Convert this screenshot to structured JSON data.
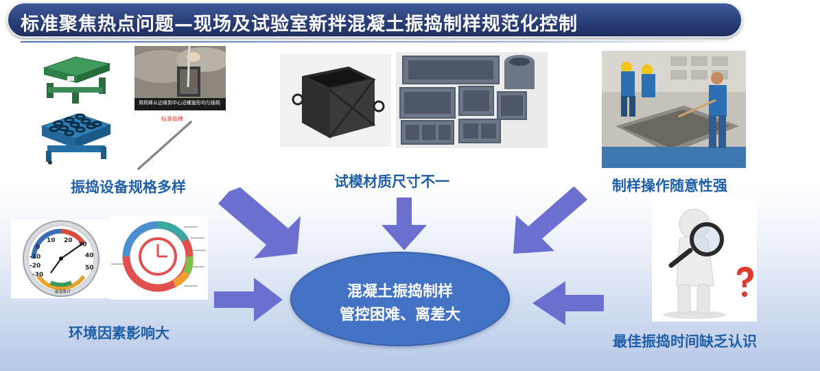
{
  "banner": {
    "title": "标准聚焦热点问题—现场及试验室新拌混凝土振捣制样规范化控制"
  },
  "photos": {
    "vibrating_table_caption": "用捣棒从边缘到中心沿螺旋形均匀插捣",
    "tamping_rod_label": "标准捣棒"
  },
  "thermometer": {
    "scale_labels": [
      "20",
      "30",
      "40",
      "50",
      "10",
      "0",
      "-10",
      "-20",
      "-30"
    ],
    "caption": "温湿度计"
  },
  "captions": {
    "equipment": "振捣设备规格多样",
    "molds": "试模材质尺寸不一",
    "operation": "制样操作随意性强",
    "environment": "环境因素影响大",
    "vibration_time": "最佳振捣时间缺乏认识"
  },
  "core": {
    "line1": "混凝土振捣制样",
    "line2": "管控困难、离差大"
  },
  "colors": {
    "banner": "#2a3f78",
    "caption_text": "#1f5fa8",
    "arrow": "#6b6fcf",
    "ellipse": "#4472c4",
    "question_mark": "#e03a2f"
  }
}
